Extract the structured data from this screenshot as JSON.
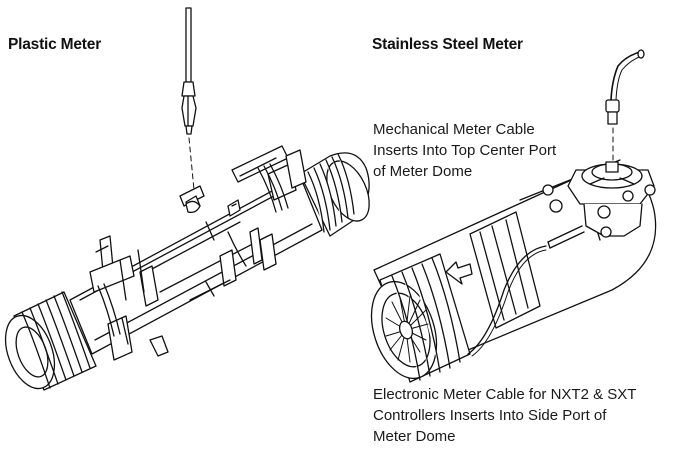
{
  "headings": {
    "plastic_meter": "Plastic Meter",
    "stainless_meter": "Stainless Steel Meter"
  },
  "callouts": {
    "mechanical": [
      "Mechanical Meter Cable",
      "Inserts Into Top Center Port",
      "of Meter Dome"
    ],
    "electronic": [
      "Electronic Meter Cable for NXT2 & SXT",
      "Controllers Inserts Into Side Port of",
      "Meter Dome"
    ]
  },
  "colors": {
    "line": "#111111",
    "background": "#ffffff"
  }
}
